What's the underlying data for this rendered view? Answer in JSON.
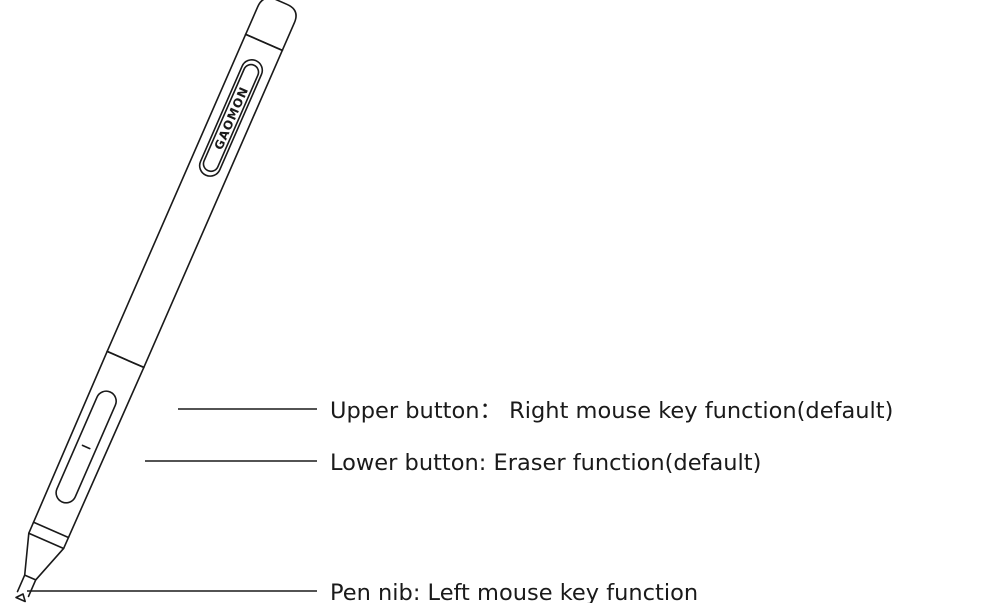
{
  "brand_logo": "GAOMON",
  "callouts": {
    "upper_button": "Upper button： Right mouse key function(default)",
    "lower_button": "Lower button: Eraser function(default)",
    "pen_nib": "Pen nib: Left mouse key function"
  },
  "colors": {
    "line": "#1a1a1a",
    "background": "#ffffff"
  }
}
